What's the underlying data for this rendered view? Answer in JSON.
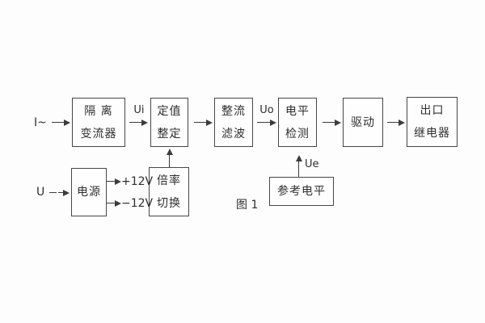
{
  "figure": {
    "caption": "图 1"
  },
  "io": {
    "current_input": "I~",
    "voltage_input": "U"
  },
  "signals": {
    "ui": "Ui",
    "uo": "Uo",
    "ue": "Ue",
    "plus12v": "+12V",
    "minus12v": "−12V"
  },
  "blocks": {
    "isolation": {
      "line1": "隔 离",
      "line2": "变流器"
    },
    "setting": {
      "line1": "定值",
      "line2": "整定"
    },
    "rectify_filter": {
      "line1": "整流",
      "line2": "滤波"
    },
    "level_detect": {
      "line1": "电平",
      "line2": "检测"
    },
    "drive": {
      "label": "驱动"
    },
    "output_relay": {
      "line1": "出口",
      "line2": "继电器"
    },
    "power": {
      "label": "电源"
    },
    "ratio_switch": {
      "line1": "倍率",
      "line2": "切换"
    },
    "reference_level": {
      "label": "参考电平"
    }
  },
  "colors": {
    "line": "#3c3c3c",
    "text": "#2e2e2e",
    "background": "#fdfdfd"
  }
}
